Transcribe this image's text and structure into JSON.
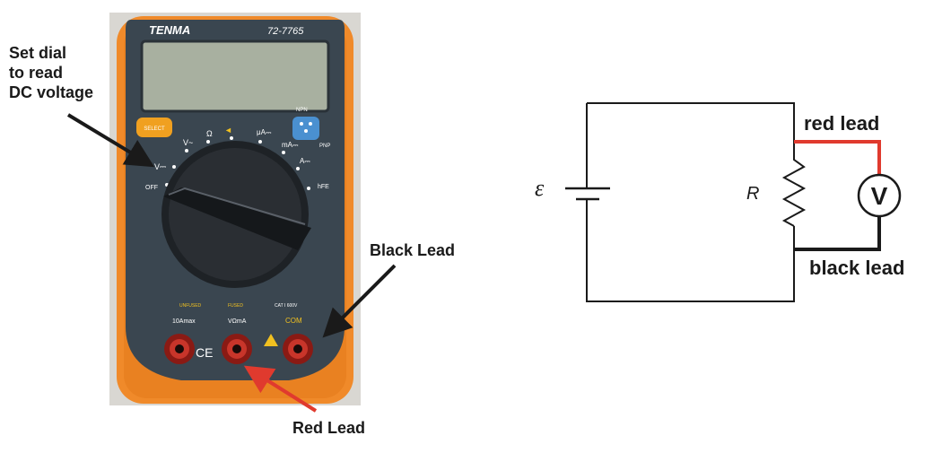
{
  "meter": {
    "brand": "TENMA",
    "model": "72-7765",
    "select_label": "SELECT",
    "dial_left_labels": [
      "V~",
      "V⎓",
      "OFF"
    ],
    "dial_top_labels": [
      "Ω",
      "◄",
      "μA⎓",
      "mA⎓"
    ],
    "dial_right_labels": [
      "A⎓",
      "hFE"
    ],
    "npn_label": "NPN",
    "pnp_label": "PNP",
    "jack_labels": [
      "10Amax",
      "VΩmA",
      "COM"
    ],
    "ce_mark": "CE",
    "fuse_notes": [
      "UNFUSED",
      "FUSED",
      "CAT I 600V"
    ]
  },
  "callouts": {
    "dial_instruction": "Set dial\nto read\nDC voltage",
    "black_lead": "Black Lead",
    "red_lead": "Red Lead"
  },
  "circuit": {
    "emf_symbol": "ε",
    "resistor_label": "R",
    "voltmeter_symbol": "V",
    "red_lead_label": "red lead",
    "black_lead_label": "black lead"
  },
  "colors": {
    "meter_orange": "#f08a2a",
    "meter_face": "#3a4650",
    "lcd": "#a8b0a0",
    "red_lead": "#e03a2e",
    "black_lead": "#1a1a1a",
    "select_button": "#f0a020",
    "npn_button": "#4a90d0"
  }
}
